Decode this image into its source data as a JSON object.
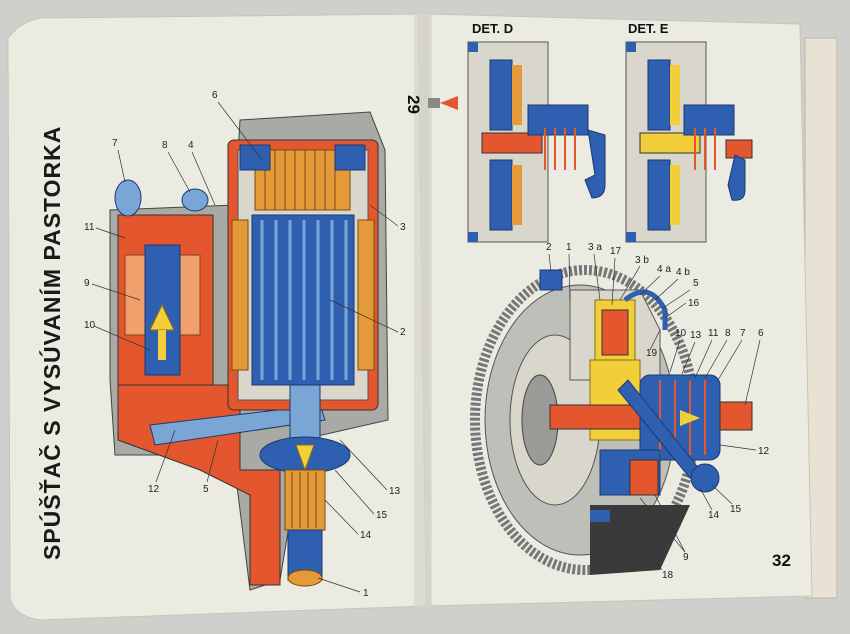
{
  "book": {
    "left_page": {
      "title": "SPÚŠŤAČ S VYSÚVANÍM PASTORKA",
      "page_number": "29",
      "callouts": [
        "1",
        "2",
        "3",
        "4",
        "5",
        "6",
        "7",
        "8",
        "9",
        "10",
        "11",
        "12",
        "13",
        "14",
        "15"
      ]
    },
    "right_page": {
      "page_number": "32",
      "detail_labels": [
        "DET. D",
        "DET. E"
      ],
      "callouts": [
        "1",
        "2",
        "3 a",
        "3 b",
        "4 a",
        "4 b",
        "5",
        "6",
        "7",
        "8",
        "9",
        "10",
        "11",
        "12",
        "13",
        "14",
        "15",
        "16",
        "17",
        "18",
        "19"
      ]
    }
  },
  "colors": {
    "paper": "#ecebe2",
    "orange": "#e4572e",
    "blue": "#2f5fb0",
    "light_blue": "#7aa6d6",
    "yellow": "#f2cf3a",
    "grey": "#a9aaa6",
    "dark": "#2b2b2b"
  }
}
